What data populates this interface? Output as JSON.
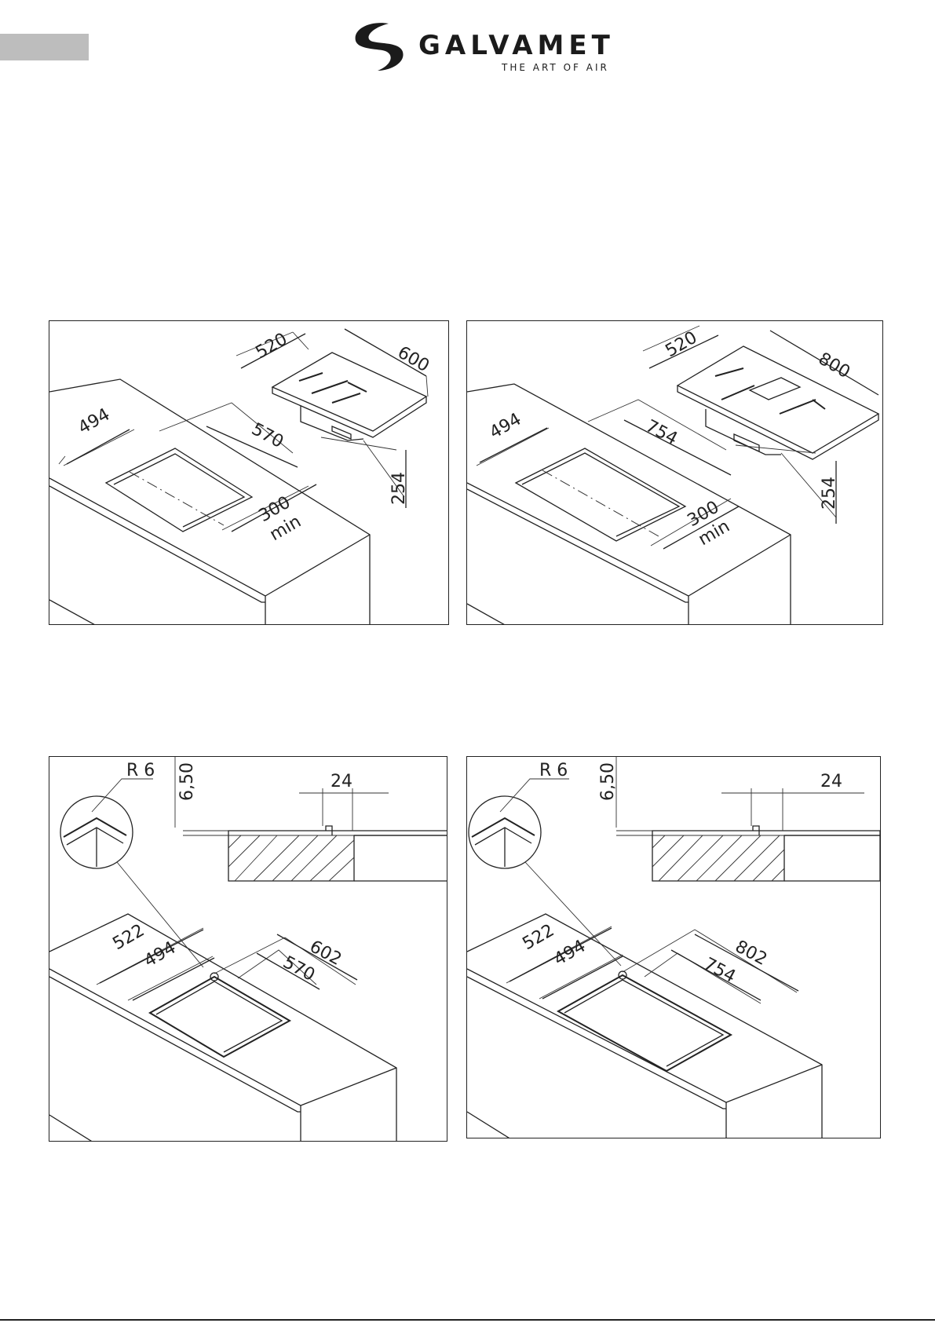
{
  "header": {
    "brand": "GALVAMET",
    "tagline": "THE ART OF AIR"
  },
  "figures": [
    {
      "hob_width": "600",
      "hob_depth": "520",
      "cutout_width": "570",
      "cutout_depth": "494",
      "height": "254",
      "clearance": "300",
      "clearance_unit": "min"
    },
    {
      "hob_width": "800",
      "hob_depth": "520",
      "cutout_width": "754",
      "cutout_depth": "494",
      "height": "254",
      "clearance": "300",
      "clearance_unit": "min"
    },
    {
      "radius": "R 6",
      "recess_depth": "6,50",
      "rim": "24",
      "outer_depth": "522",
      "inner_depth": "494",
      "outer_width": "602",
      "inner_width": "570"
    },
    {
      "radius": "R 6",
      "recess_depth": "6,50",
      "rim": "24",
      "outer_depth": "522",
      "inner_depth": "494",
      "outer_width": "802",
      "inner_width": "754"
    }
  ]
}
